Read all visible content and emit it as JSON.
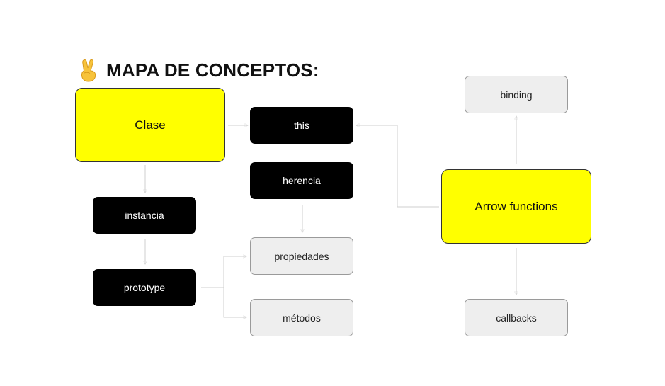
{
  "title": {
    "text": "MAPA DE CONCEPTOS:",
    "icon": "victory-hand-icon"
  },
  "nodes": {
    "clase": "Clase",
    "this": "this",
    "herencia": "herencia",
    "instancia": "instancia",
    "prototype": "prototype",
    "propiedades": "propiedades",
    "metodos": "métodos",
    "binding": "binding",
    "arrow_functions": "Arrow functions",
    "callbacks": "callbacks"
  },
  "colors": {
    "yellow": "#ffff00",
    "black": "#000000",
    "grey": "#eeeeee",
    "connector": "#cfcfcf"
  }
}
